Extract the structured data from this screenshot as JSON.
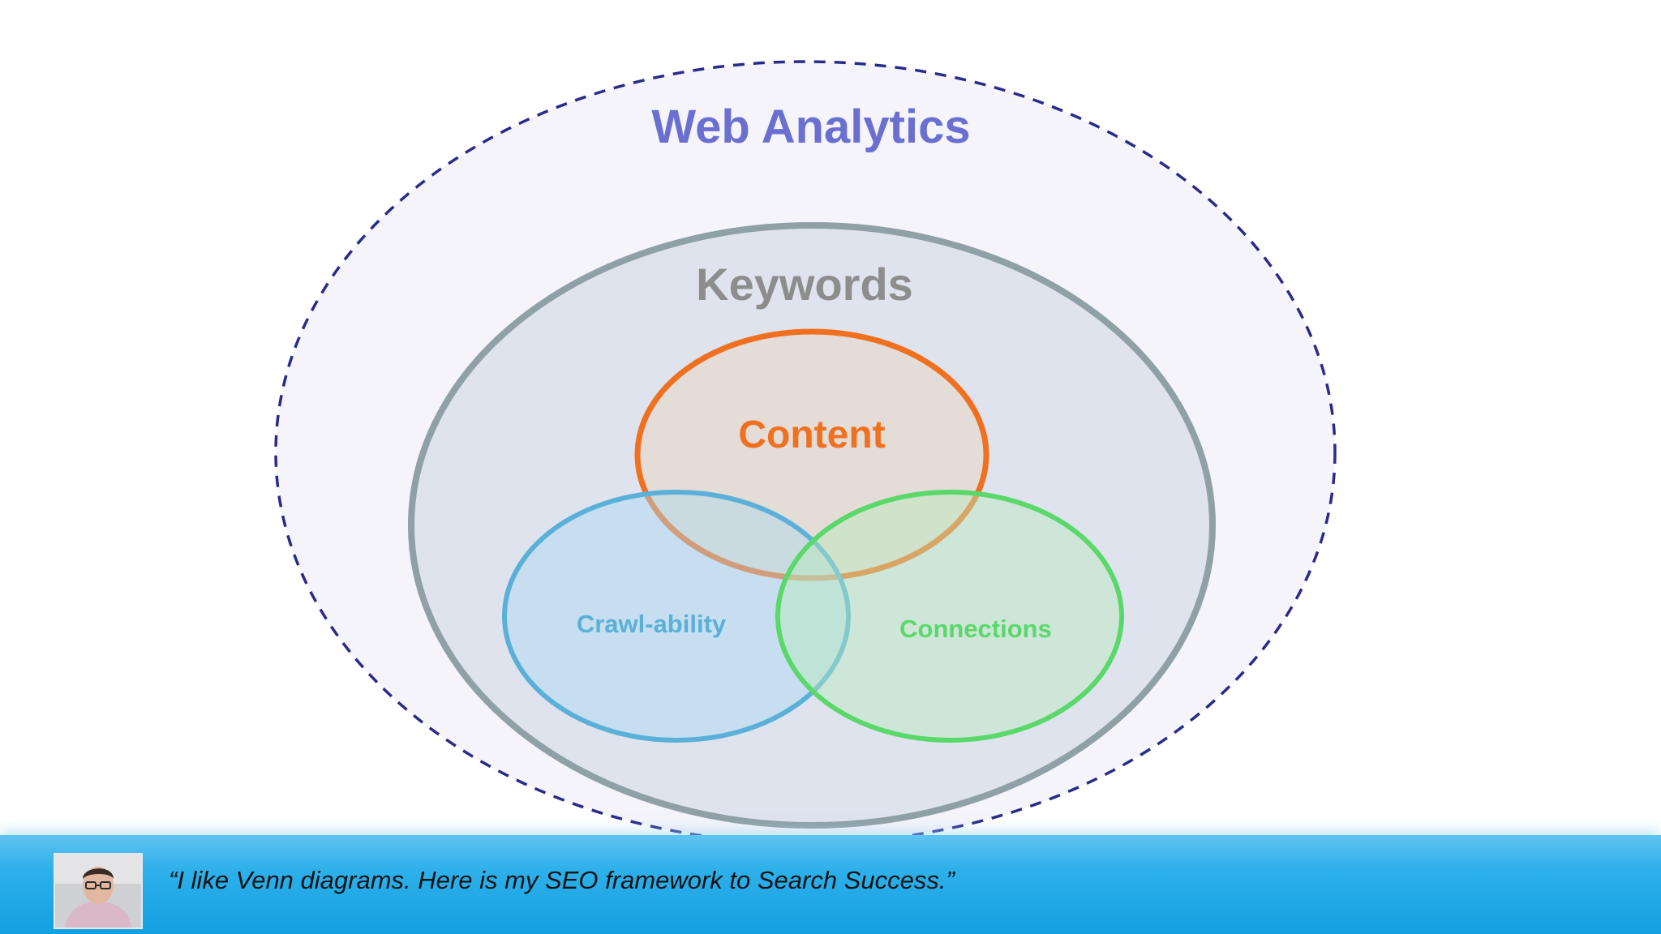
{
  "diagram": {
    "outer_label": "Web Analytics",
    "keywords_label": "Keywords",
    "content_label": "Content",
    "crawl_label": "Crawl-ability",
    "connections_label": "Connections"
  },
  "caption": {
    "quote": "“I like Venn diagrams. Here is my SEO framework to Search Success.”"
  },
  "colors": {
    "outer_dashed": "#2a2a8a",
    "outer_label": "#6b6fd0",
    "keywords_ring": "#8fa0a6",
    "keywords_label": "#8d8d8d",
    "content": "#f07020",
    "crawl": "#5ab0d8",
    "connections": "#5ad86a",
    "caption_bar": "#13a0e2"
  }
}
